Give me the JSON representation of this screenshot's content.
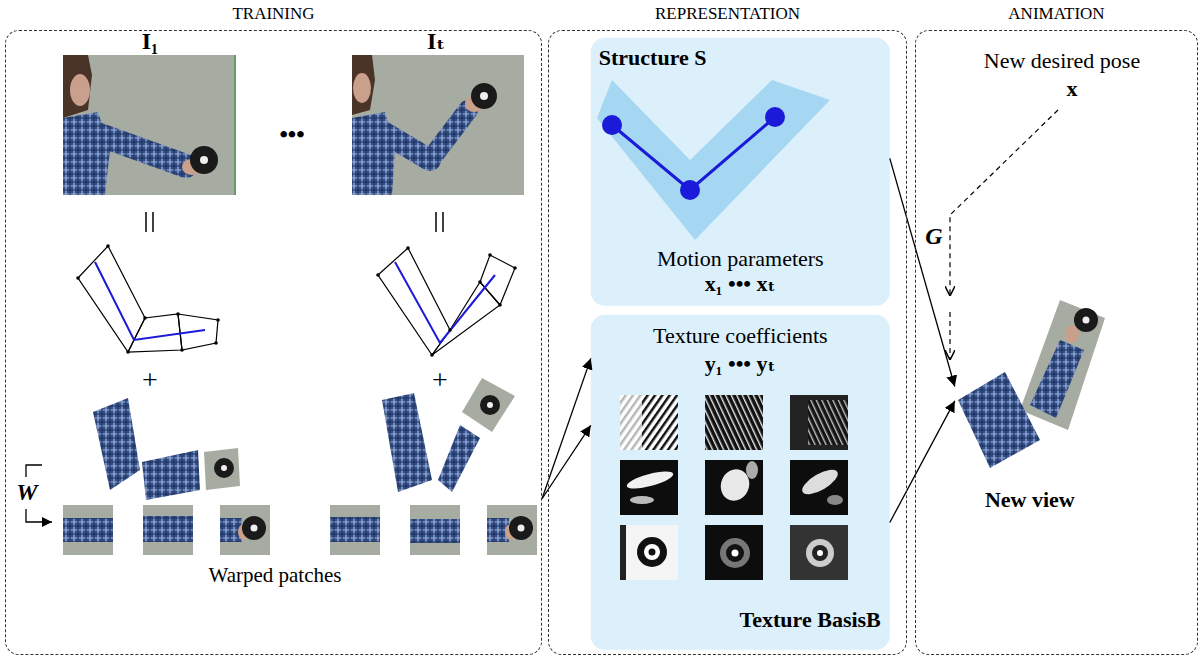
{
  "diagram": {
    "nodes": [
      {
        "text": [
          "TRAINING"
        ]
      },
      {
        "text": [
          "REPRESENTATION"
        ]
      },
      {
        "text": [
          "Structure S",
          "Motion parameters",
          "x₁ ••• xₜ"
        ],
        "in": 1
      },
      {
        "text": [
          "Texture coefficients",
          "y₁ ••• yₜ",
          "Texture BasisB"
        ],
        "in": 1
      },
      {
        "text": [
          "ANIMATION"
        ]
      },
      {
        "text": [
          "New view"
        ],
        "in": 4
      }
    ],
    "edges": [
      {
        "from": 0,
        "to": 3,
        "arrow": "to"
      },
      {
        "from": 2,
        "to": 5,
        "arrow": "to"
      },
      {
        "from": 3,
        "to": 5,
        "arrow": "to"
      }
    ],
    "labels": [
      "I₁",
      "•••",
      "Iₜ",
      "+",
      "+",
      "W",
      "Warped patches",
      "New desired pose",
      "x",
      "G"
    ]
  }
}
